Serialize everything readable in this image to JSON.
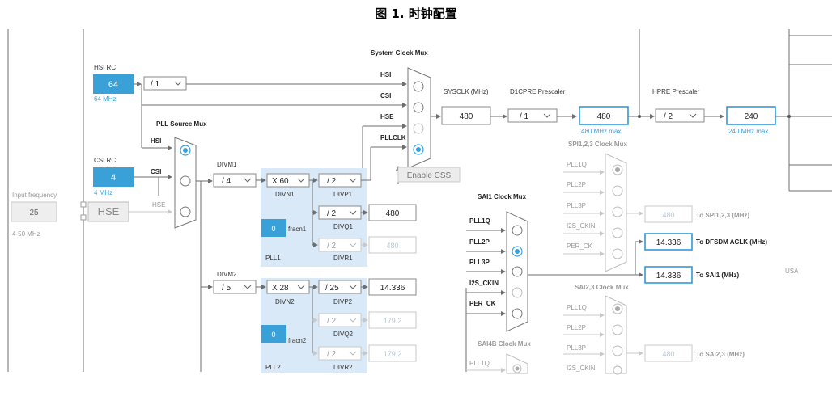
{
  "caption": "图 1. 时钟配置",
  "input": {
    "label": "Input frequency",
    "value": "25",
    "range": "4-50 MHz",
    "hse": "HSE"
  },
  "hsi_rc": {
    "title": "HSI RC",
    "value": "64",
    "freq": "64 MHz",
    "div": "/ 1"
  },
  "csi_rc": {
    "title": "CSI RC",
    "value": "4",
    "freq": "4 MHz"
  },
  "pll_source_mux": {
    "title": "PLL Source Mux",
    "inputs": [
      "HSI",
      "CSI",
      "HSE"
    ]
  },
  "system_mux": {
    "title": "System Clock Mux",
    "inputs": [
      "HSI",
      "CSI",
      "HSE",
      "PLLCLK"
    ],
    "enable_css": "Enable CSS"
  },
  "sysclk": {
    "label": "SYSCLK (MHz)",
    "value": "480"
  },
  "d1cpre": {
    "label": "D1CPRE Prescaler",
    "div": "/ 1",
    "value": "480",
    "max": "480 MHz max"
  },
  "hpre": {
    "label": "HPRE Prescaler",
    "div": "/ 2",
    "value": "240",
    "max": "240 MHz max"
  },
  "pll1": {
    "divm_label": "DIVM1",
    "divm": "/ 4",
    "divn": "X 60",
    "divn_label": "DIVN1",
    "divp": "/ 2",
    "divp_label": "DIVP1",
    "divq": "/ 2",
    "divq_label": "DIVQ1",
    "q_value": "480",
    "divr": "/ 2",
    "divr_label": "DIVR1",
    "r_value": "480",
    "fracn": "0",
    "fracn_label": "fracn1",
    "name": "PLL1"
  },
  "pll2": {
    "divm_label": "DIVM2",
    "divm": "/ 5",
    "divn": "X 28",
    "divn_label": "DIVN2",
    "divp": "/ 25",
    "divp_label": "DIVP2",
    "p_value": "14.336",
    "divq": "/ 2",
    "divq_label": "DIVQ2",
    "q_value": "179.2",
    "divr": "/ 2",
    "divr_label": "DIVR2",
    "r_value": "179.2",
    "fracn": "0",
    "fracn_label": "fracn2",
    "name": "PLL2"
  },
  "sai1_mux": {
    "title": "SAI1 Clock Mux",
    "inputs": [
      "PLL1Q",
      "PLL2P",
      "PLL3P",
      "I2S_CKIN",
      "PER_CK"
    ]
  },
  "spi_mux": {
    "title": "SPI1,2,3 Clock Mux",
    "inputs": [
      "PLL1Q",
      "PLL2P",
      "PLL3P",
      "I2S_CKIN",
      "PER_CK"
    ]
  },
  "sai23_mux": {
    "title": "SAI2,3 Clock Mux",
    "inputs": [
      "PLL1Q",
      "PLL2P",
      "PLL3P",
      "I2S_CKIN"
    ]
  },
  "sai4b_mux": {
    "title": "SAI4B Clock Mux",
    "inputs": [
      "PLL1Q"
    ]
  },
  "outputs": {
    "spi_value": "480",
    "spi_label": "To SPI1,2,3 (MHz)",
    "dfsdm_value": "14.336",
    "dfsdm_label": "To DFSDM ACLK (MHz)",
    "sai1_value": "14.336",
    "sai1_label": "To SAI1 (MHz)",
    "sai23_value": "480",
    "sai23_label": "To SAI2,3 (MHz)"
  },
  "cut_text": "USA"
}
